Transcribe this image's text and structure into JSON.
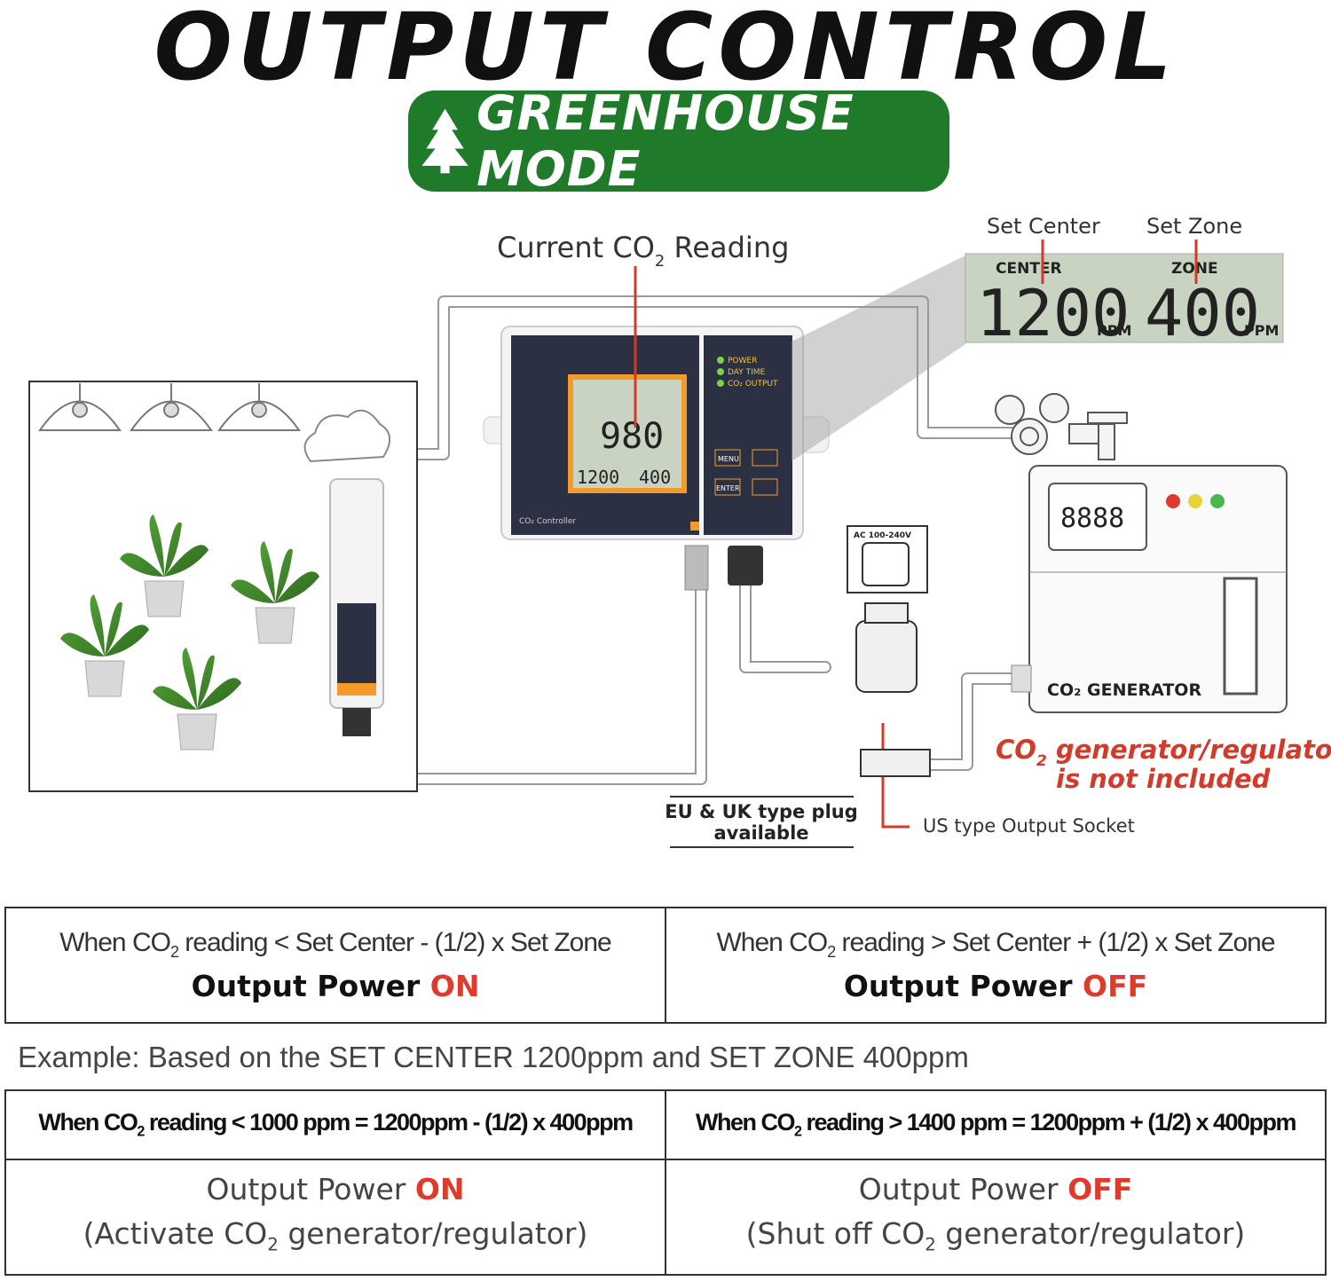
{
  "header": {
    "title": "OUTPUT CONTROL",
    "mode": "GREENHOUSE MODE"
  },
  "diagram": {
    "current_reading_label": "Current CO",
    "current_reading_sub": "2",
    "current_reading_suffix": " Reading",
    "set_center_label": "Set Center",
    "set_zone_label": "Set Zone",
    "lcd_center_caption": "CENTER",
    "lcd_zone_caption": "ZONE",
    "lcd_center_value": "1200",
    "lcd_zone_value": "400",
    "lcd_unit": "PPM",
    "controller_reading": "980",
    "controller_center": "1200",
    "controller_zone": "400",
    "controller_name": "CO₂ Controller",
    "indicators": [
      "POWER",
      "DAY TIME",
      "CO₂ OUTPUT"
    ],
    "button_menu": "MENU",
    "button_enter": "ENTER",
    "socket_voltage": "AC 100-240V",
    "generator_display": "8888",
    "generator_label": "CO₂ GENERATOR",
    "not_included_line1": "CO",
    "not_included_sub": "2",
    "not_included_rest": " generator/regulator",
    "not_included_line2": "is not included",
    "plug_note_line1": "EU & UK type plug",
    "plug_note_line2": "available",
    "socket_note": "US type Output Socket",
    "colors": {
      "green": "#1f7a2a",
      "red": "#e03a2a",
      "lcd": "#c9d3c1"
    }
  },
  "rules": {
    "left_cond_a": "When CO",
    "left_cond_sub": "2",
    "left_cond_b": " reading < Set Center - (1/2) x Set Zone",
    "left_out_a": "Output Power ",
    "left_out_b": "ON",
    "right_cond_a": "When CO",
    "right_cond_sub": "2",
    "right_cond_b": " reading > Set Center + (1/2) x Set Zone",
    "right_out_a": "Output Power ",
    "right_out_b": "OFF"
  },
  "example": {
    "text": "Example: Based on the SET CENTER 1200ppm and SET ZONE 400ppm",
    "left_formula_a": "When CO",
    "left_formula_sub": "2",
    "left_formula_b": " reading < 1000 ppm = 1200ppm - (1/2) x 400ppm",
    "right_formula_a": "When CO",
    "right_formula_sub": "2",
    "right_formula_b": " reading > 1400 ppm = 1200ppm + (1/2) x 400ppm",
    "left_out_a": "Output Power ",
    "left_out_b": "ON",
    "left_action_a": "(Activate CO",
    "left_action_sub": "2",
    "left_action_b": " generator/regulator)",
    "right_out_a": "Output Power ",
    "right_out_b": "OFF",
    "right_action_a": "(Shut off CO",
    "right_action_sub": "2",
    "right_action_b": " generator/regulator)"
  }
}
